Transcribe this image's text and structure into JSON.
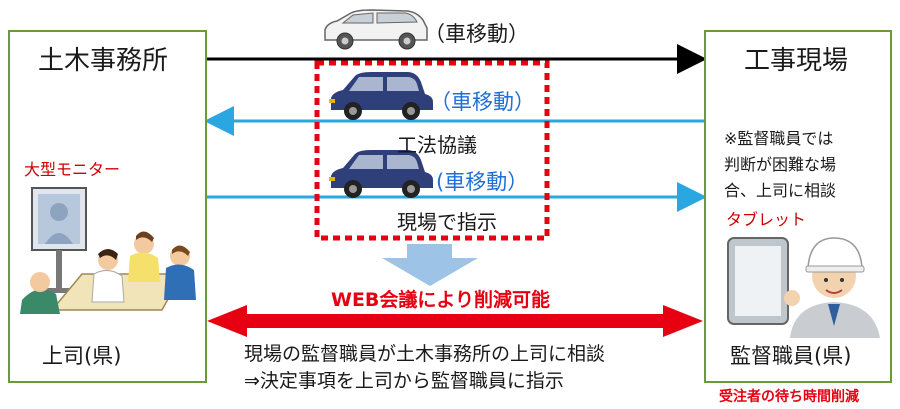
{
  "left_office": {
    "title": "土木事務所",
    "monitor_label": "大型モニター",
    "person_label": "上司(県)"
  },
  "right_site": {
    "title": "工事現場",
    "note_lines": [
      "※監督職員では",
      "判断が困難な場",
      "合、上司に相談"
    ],
    "tablet_label": "タブレット",
    "person_label": "監督職員(県)"
  },
  "trips": {
    "top": "（車移動）",
    "blue1": "（車移動）",
    "step1": "工法協議",
    "blue2": "(車移動）",
    "step2": "現場で指示"
  },
  "web_meeting": "WEB会議により削減可能",
  "footer_lines": [
    "現場の監督職員が土木事務所の上司に相談",
    "⇒決定事項を上司から監督職員に指示"
  ],
  "contractor_note": "受注者の待ち時間削減",
  "colors": {
    "box_border": "#6a9a3a",
    "blue_arrow": "#2aa7e0",
    "red_arrow": "#e60012",
    "down_arrow": "#9dc3e6",
    "car_blue": "#2e3f7a",
    "dashed": "#e60012"
  }
}
